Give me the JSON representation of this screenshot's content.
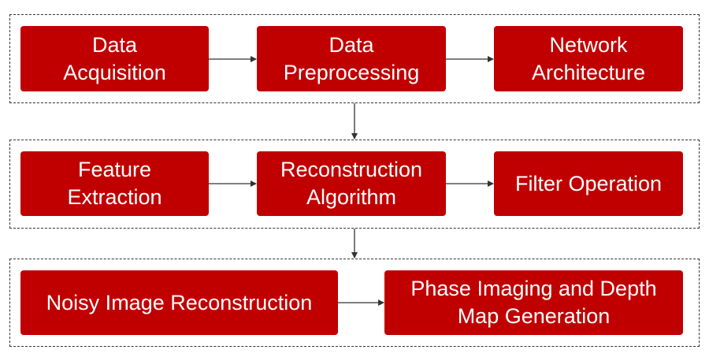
{
  "colors": {
    "box_fill": "#c00000",
    "box_text": "#ffffff",
    "connector": "#333333",
    "group_border": "#333333"
  },
  "groups": [
    {
      "boxes": [
        {
          "label": "Data\nAcquisition"
        },
        {
          "label": "Data\nPreprocessing"
        },
        {
          "label": "Network\nArchitecture"
        }
      ]
    },
    {
      "boxes": [
        {
          "label": "Feature\nExtraction"
        },
        {
          "label": "Reconstruction\nAlgorithm"
        },
        {
          "label": "Filter Operation"
        }
      ]
    },
    {
      "boxes": [
        {
          "label": "Noisy Image Reconstruction"
        },
        {
          "label": "Phase Imaging and Depth\nMap Generation"
        }
      ]
    }
  ]
}
